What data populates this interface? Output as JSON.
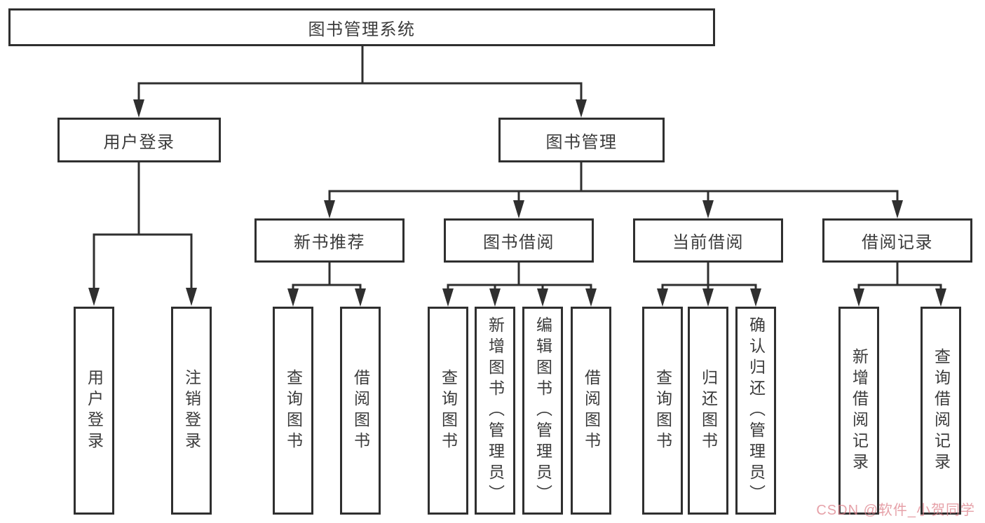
{
  "tree": {
    "root": {
      "label": "图书管理系统"
    },
    "branches": {
      "user_login": {
        "label": "用户登录",
        "children": [
          "用户登录",
          "注销登录"
        ]
      },
      "book_mgmt": {
        "label": "图书管理",
        "sections": {
          "new_book": {
            "label": "新书推荐",
            "children": [
              "查询图书",
              "借阅图书"
            ]
          },
          "book_borrow": {
            "label": "图书借阅",
            "children": [
              "查询图书",
              "新增图书（管理员）",
              "编辑图书（管理员）",
              "借阅图书"
            ]
          },
          "current_borrow": {
            "label": "当前借阅",
            "children": [
              "查询图书",
              "归还图书",
              "确认归还（管理员）"
            ]
          },
          "borrow_record": {
            "label": "借阅记录",
            "children": [
              "新增借阅记录",
              "查询借阅记录"
            ]
          }
        }
      }
    }
  },
  "watermark": {
    "text": "CSDN @软件_小贺同学",
    "color": "#DE828C"
  },
  "style_colors": {
    "line": "#2f2f2f",
    "text": "#3b3b3b",
    "background": "#ffffff"
  }
}
